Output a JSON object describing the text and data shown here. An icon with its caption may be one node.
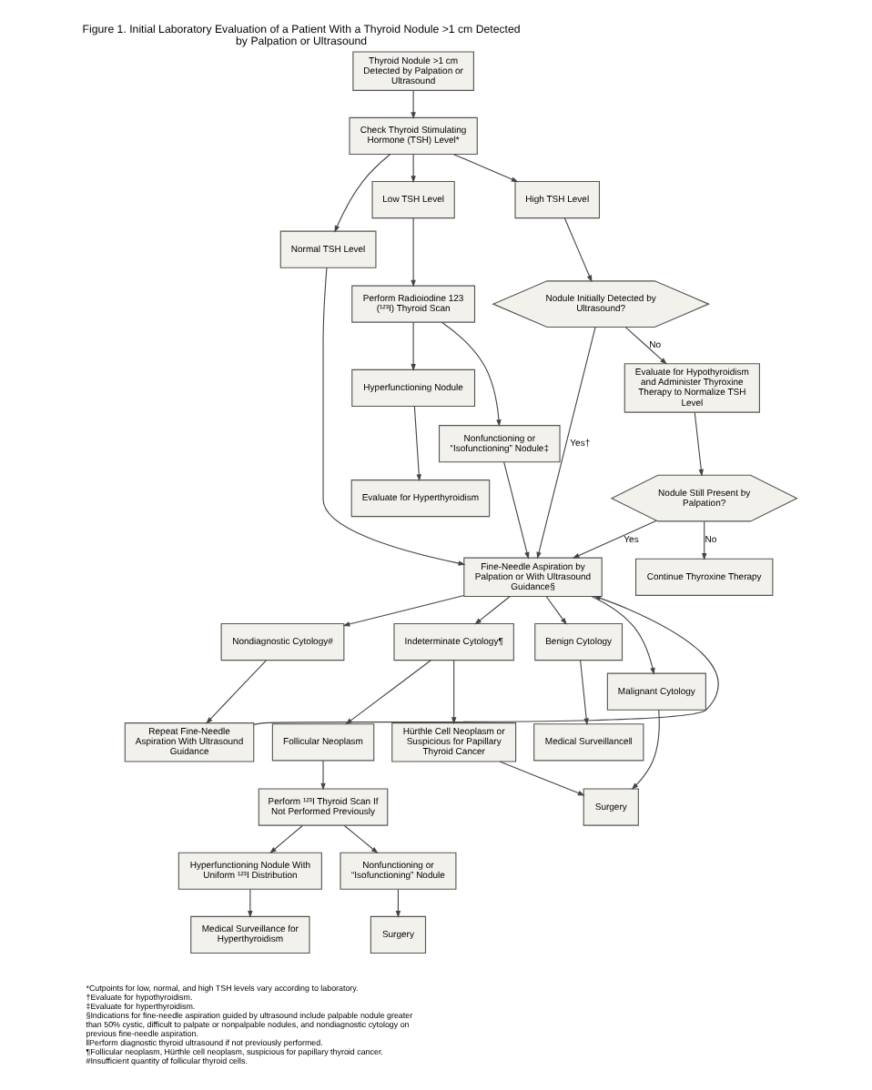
{
  "diagram": {
    "title": "Figure 1. Initial Laboratory Evaluation of a Patient With a Thyroid Nodule >1 cm Detected by Palpation or Ultrasound",
    "nodes": [
      {
        "text": [
          "Thyroid Nodule >1 cm Detected by Palpation or Ultrasound"
        ]
      },
      {
        "text": [
          "Check Thyroid Stimulating Hormone (TSH) Level*"
        ]
      },
      {
        "text": [
          "Low TSH Level"
        ]
      },
      {
        "text": [
          "Normal TSH Level"
        ]
      },
      {
        "text": [
          "High TSH Level"
        ]
      },
      {
        "text": [
          "Perform Radioiodine 123 (¹²³I) Thyroid Scan"
        ]
      },
      {
        "text": [
          "Nodule Initially Detected by Ultrasound?"
        ]
      },
      {
        "text": [
          "Evaluate for Hypothyroidism and Administer Thyroxine Therapy to Normalize TSH Level"
        ]
      },
      {
        "text": [
          "Hyperfunctioning Nodule"
        ]
      },
      {
        "text": [
          "Nonfunctioning or “Isofunctioning” Nodule‡"
        ]
      },
      {
        "text": [
          "Nodule Still Present by Palpation?"
        ]
      },
      {
        "text": [
          "Evaluate for Hyperthyroidism"
        ]
      },
      {
        "text": [
          "Fine-Needle Aspiration by Palpation or With Ultrasound Guidance§"
        ]
      },
      {
        "text": [
          "Continue Thyroxine Therapy"
        ]
      },
      {
        "text": [
          "Benign Cytology"
        ]
      },
      {
        "text": [
          "Indeterminate Cytology¶"
        ]
      },
      {
        "text": [
          "Malignant Cytology"
        ]
      },
      {
        "text": [
          "Nondiagnostic Cytology#"
        ]
      },
      {
        "text": [
          "Medical Surveillance‖"
        ]
      },
      {
        "text": [
          "Follicular Neoplasm"
        ]
      },
      {
        "text": [
          "Hürthle Cell Neoplasm or Suspicious for Papillary Thyroid Cancer"
        ]
      },
      {
        "text": [
          "Surgery"
        ]
      },
      {
        "text": [
          "Repeat Fine-Needle Aspiration With Ultrasound Guidance"
        ]
      },
      {
        "text": [
          "Perform ¹²³I Thyroid Scan If Not Performed Previously"
        ]
      },
      {
        "text": [
          "Hyperfunctioning Nodule With Uniform ¹²³I Distribution"
        ]
      },
      {
        "text": [
          "Nonfunctioning or “Isofunctioning” Nodule"
        ]
      },
      {
        "text": [
          "Medical Surveillance for Hyperthyroidism"
        ]
      },
      {
        "text": [
          "Surgery"
        ]
      }
    ],
    "edges": [
      {
        "from": 0,
        "to": 1,
        "arrow": "to"
      },
      {
        "from": 1,
        "to": 2,
        "arrow": "to"
      },
      {
        "from": 1,
        "to": 3,
        "arrow": "to"
      },
      {
        "from": 1,
        "to": 4,
        "arrow": "to"
      },
      {
        "from": 2,
        "to": 5,
        "arrow": "to"
      },
      {
        "from": 4,
        "to": 6,
        "arrow": "to"
      },
      {
        "from": 6,
        "to": 12,
        "arrow": "to",
        "label": "Yes†"
      },
      {
        "from": 6,
        "to": 7,
        "arrow": "to",
        "label": "No"
      },
      {
        "from": 5,
        "to": 8,
        "arrow": "to"
      },
      {
        "from": 5,
        "to": 9,
        "arrow": "to"
      },
      {
        "from": 7,
        "to": 10,
        "arrow": "to"
      },
      {
        "from": 10,
        "to": 12,
        "arrow": "to",
        "label": "Yes"
      },
      {
        "from": 10,
        "to": 13,
        "arrow": "to",
        "label": "No"
      },
      {
        "from": 8,
        "to": 11,
        "arrow": "to"
      },
      {
        "from": 9,
        "to": 12,
        "arrow": "to"
      },
      {
        "from": 3,
        "to": 12,
        "arrow": "to"
      },
      {
        "from": 12,
        "to": 14,
        "arrow": "to"
      },
      {
        "from": 12,
        "to": 15,
        "arrow": "to"
      },
      {
        "from": 12,
        "to": 16,
        "arrow": "to"
      },
      {
        "from": 12,
        "to": 17,
        "arrow": "to"
      },
      {
        "from": 14,
        "to": 18,
        "arrow": "to"
      },
      {
        "from": 15,
        "to": 19,
        "arrow": "to"
      },
      {
        "from": 15,
        "to": 20,
        "arrow": "to"
      },
      {
        "from": 16,
        "to": 21,
        "arrow": "to"
      },
      {
        "from": 20,
        "to": 21,
        "arrow": "to"
      },
      {
        "from": 17,
        "to": 22,
        "arrow": "to"
      },
      {
        "from": 22,
        "to": 12,
        "arrow": "to"
      },
      {
        "from": 19,
        "to": 23,
        "arrow": "to"
      },
      {
        "from": 23,
        "to": 24,
        "arrow": "to"
      },
      {
        "from": 23,
        "to": 25,
        "arrow": "to"
      },
      {
        "from": 24,
        "to": 26,
        "arrow": "to"
      },
      {
        "from": 25,
        "to": 27,
        "arrow": "to"
      }
    ],
    "labels": [
      "*Cutpoints for low, normal, and high TSH levels vary according to laboratory.",
      "†Evaluate for hypothyroidism.",
      "‡Evaluate for hyperthyroidism.",
      "§Indications for fine-needle aspiration guided by ultrasound include palpable nodule greater than 50% cystic, difficult to palpate or nonpalpable nodules, and nondiagnostic cytology on previous fine-needle aspiration.",
      "‖Perform diagnostic thyroid ultrasound if not previously performed.",
      "¶Follicular neoplasm, Hürthle cell neoplasm, suspicious for papillary thyroid cancer.",
      "#Insufficient quantity of follicular thyroid cells."
    ]
  }
}
